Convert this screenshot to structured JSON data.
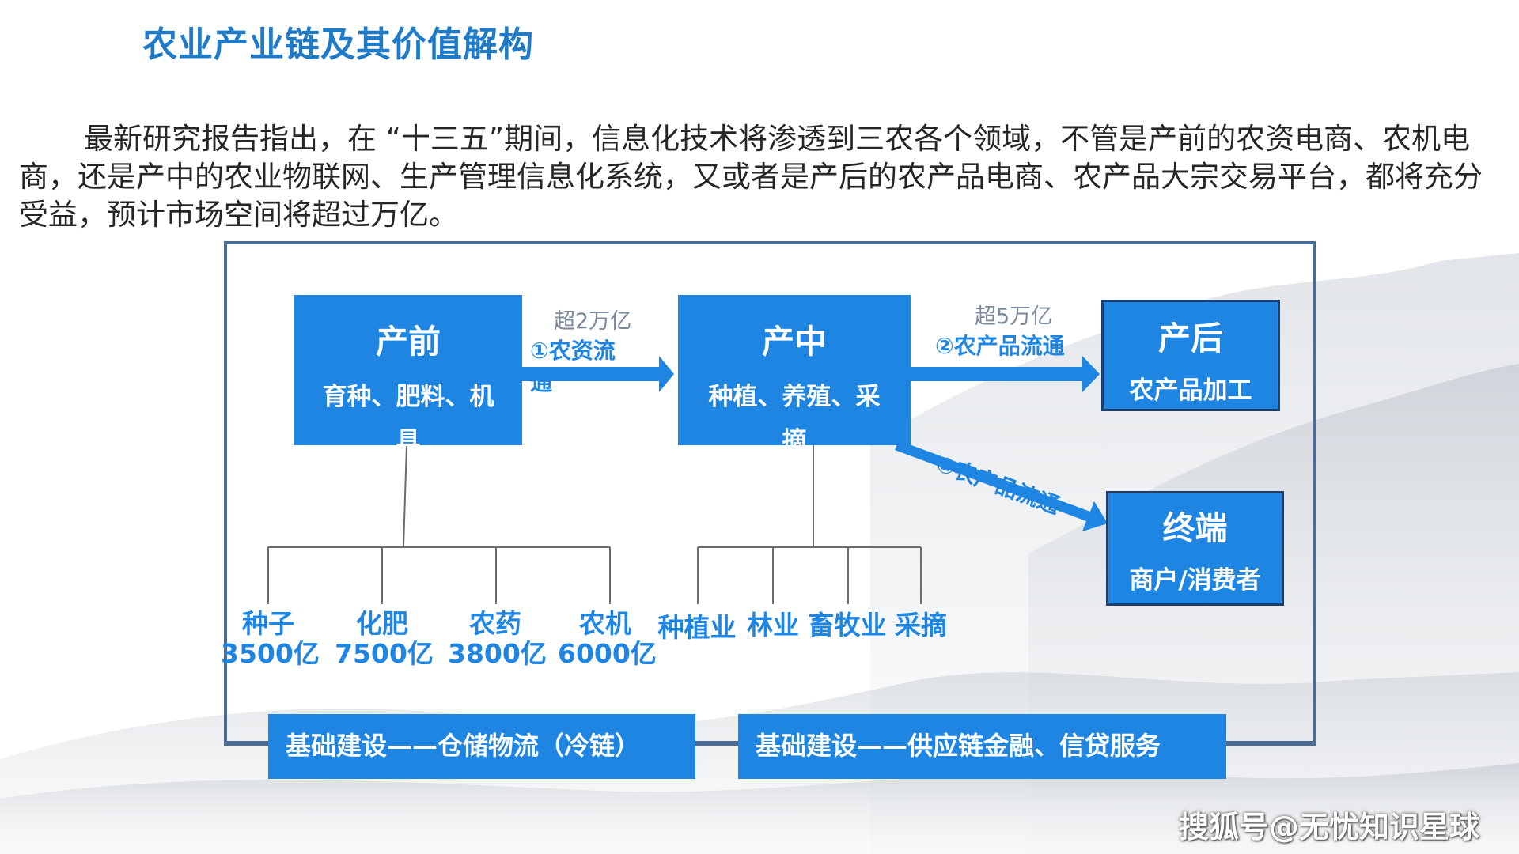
{
  "slide": {
    "title": "农业产业链及其价值解构",
    "intro": "最新研究报告指出，在 “十三五”期间，信息化技术将渗透到三农各个领域，不管是产前的农资电商、农机电商，还是产中的农业物联网、生产管理信息化系统，又或者是产后的农产品电商、农产品大宗交易平台，都将充分受益，预计市场空间将超过万亿。"
  },
  "stages": {
    "pre": {
      "title": "产前",
      "subtitle": "育种、肥料、机具"
    },
    "mid": {
      "title": "产中",
      "subtitle": "种植、养殖、采摘"
    },
    "post": {
      "title": "产后",
      "subtitle": "农产品加工"
    },
    "end": {
      "title": "终端",
      "subtitle": "商户/消费者"
    }
  },
  "flows": {
    "flow1": {
      "amount": "超2万亿",
      "label_a": "①农资流",
      "label_b": "通"
    },
    "flow2": {
      "amount": "超5万亿",
      "label": "②农产品流通"
    },
    "flow3": {
      "label": "②农产品流通"
    }
  },
  "pre_items": [
    {
      "name": "种子",
      "value": "3500亿"
    },
    {
      "name": "化肥",
      "value": "7500亿"
    },
    {
      "name": "农药",
      "value": "3800亿"
    },
    {
      "name": "农机",
      "value": "6000亿"
    }
  ],
  "mid_items": [
    {
      "name": "种植业"
    },
    {
      "name": "林业"
    },
    {
      "name": "畜牧业"
    },
    {
      "name": "采摘"
    }
  ],
  "base": {
    "left": "基础建设——仓储物流（冷链）",
    "right": "基础建设——供应链金融、信贷服务"
  },
  "watermark": "搜狐号@无忧知识星球",
  "colors": {
    "accent": "#1E86E2",
    "title": "#1F7AC8",
    "frame": "#4A6B96",
    "box_border": "#1B3F6B"
  }
}
